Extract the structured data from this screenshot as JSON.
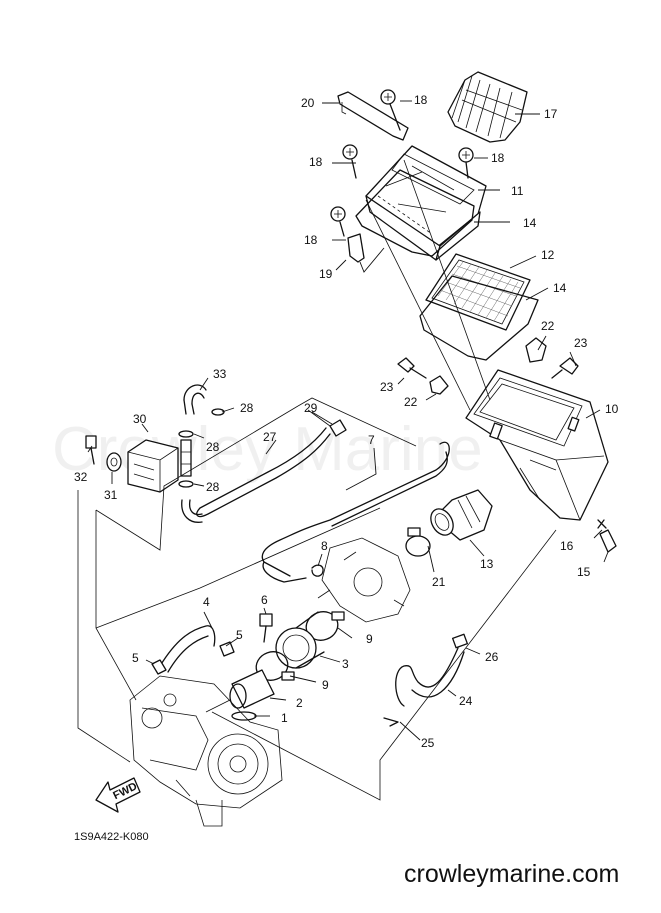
{
  "diagram": {
    "code": "1S9A422-K080",
    "fwd_label": "FWD",
    "watermark": "Crowley Marine",
    "site": "crowleymarine.com"
  },
  "callouts": [
    {
      "id": "c1",
      "text": "1"
    },
    {
      "id": "c2",
      "text": "2"
    },
    {
      "id": "c3",
      "text": "3"
    },
    {
      "id": "c4",
      "text": "4"
    },
    {
      "id": "c5a",
      "text": "5"
    },
    {
      "id": "c5b",
      "text": "5"
    },
    {
      "id": "c6",
      "text": "6"
    },
    {
      "id": "c7",
      "text": "7"
    },
    {
      "id": "c8",
      "text": "8"
    },
    {
      "id": "c9a",
      "text": "9"
    },
    {
      "id": "c9b",
      "text": "9"
    },
    {
      "id": "c10",
      "text": "10"
    },
    {
      "id": "c11",
      "text": "11"
    },
    {
      "id": "c12",
      "text": "12"
    },
    {
      "id": "c13",
      "text": "13"
    },
    {
      "id": "c14a",
      "text": "14"
    },
    {
      "id": "c14b",
      "text": "14"
    },
    {
      "id": "c15",
      "text": "15"
    },
    {
      "id": "c16",
      "text": "16"
    },
    {
      "id": "c17",
      "text": "17"
    },
    {
      "id": "c18a",
      "text": "18"
    },
    {
      "id": "c18b",
      "text": "18"
    },
    {
      "id": "c18c",
      "text": "18"
    },
    {
      "id": "c18d",
      "text": "18"
    },
    {
      "id": "c19",
      "text": "19"
    },
    {
      "id": "c20",
      "text": "20"
    },
    {
      "id": "c21",
      "text": "21"
    },
    {
      "id": "c22a",
      "text": "22"
    },
    {
      "id": "c22b",
      "text": "22"
    },
    {
      "id": "c23a",
      "text": "23"
    },
    {
      "id": "c23b",
      "text": "23"
    },
    {
      "id": "c24",
      "text": "24"
    },
    {
      "id": "c25",
      "text": "25"
    },
    {
      "id": "c26",
      "text": "26"
    },
    {
      "id": "c27",
      "text": "27"
    },
    {
      "id": "c28a",
      "text": "28"
    },
    {
      "id": "c28b",
      "text": "28"
    },
    {
      "id": "c28c",
      "text": "28"
    },
    {
      "id": "c29",
      "text": "29"
    },
    {
      "id": "c30",
      "text": "30"
    },
    {
      "id": "c31",
      "text": "31"
    },
    {
      "id": "c32",
      "text": "32"
    },
    {
      "id": "c33",
      "text": "33"
    }
  ]
}
